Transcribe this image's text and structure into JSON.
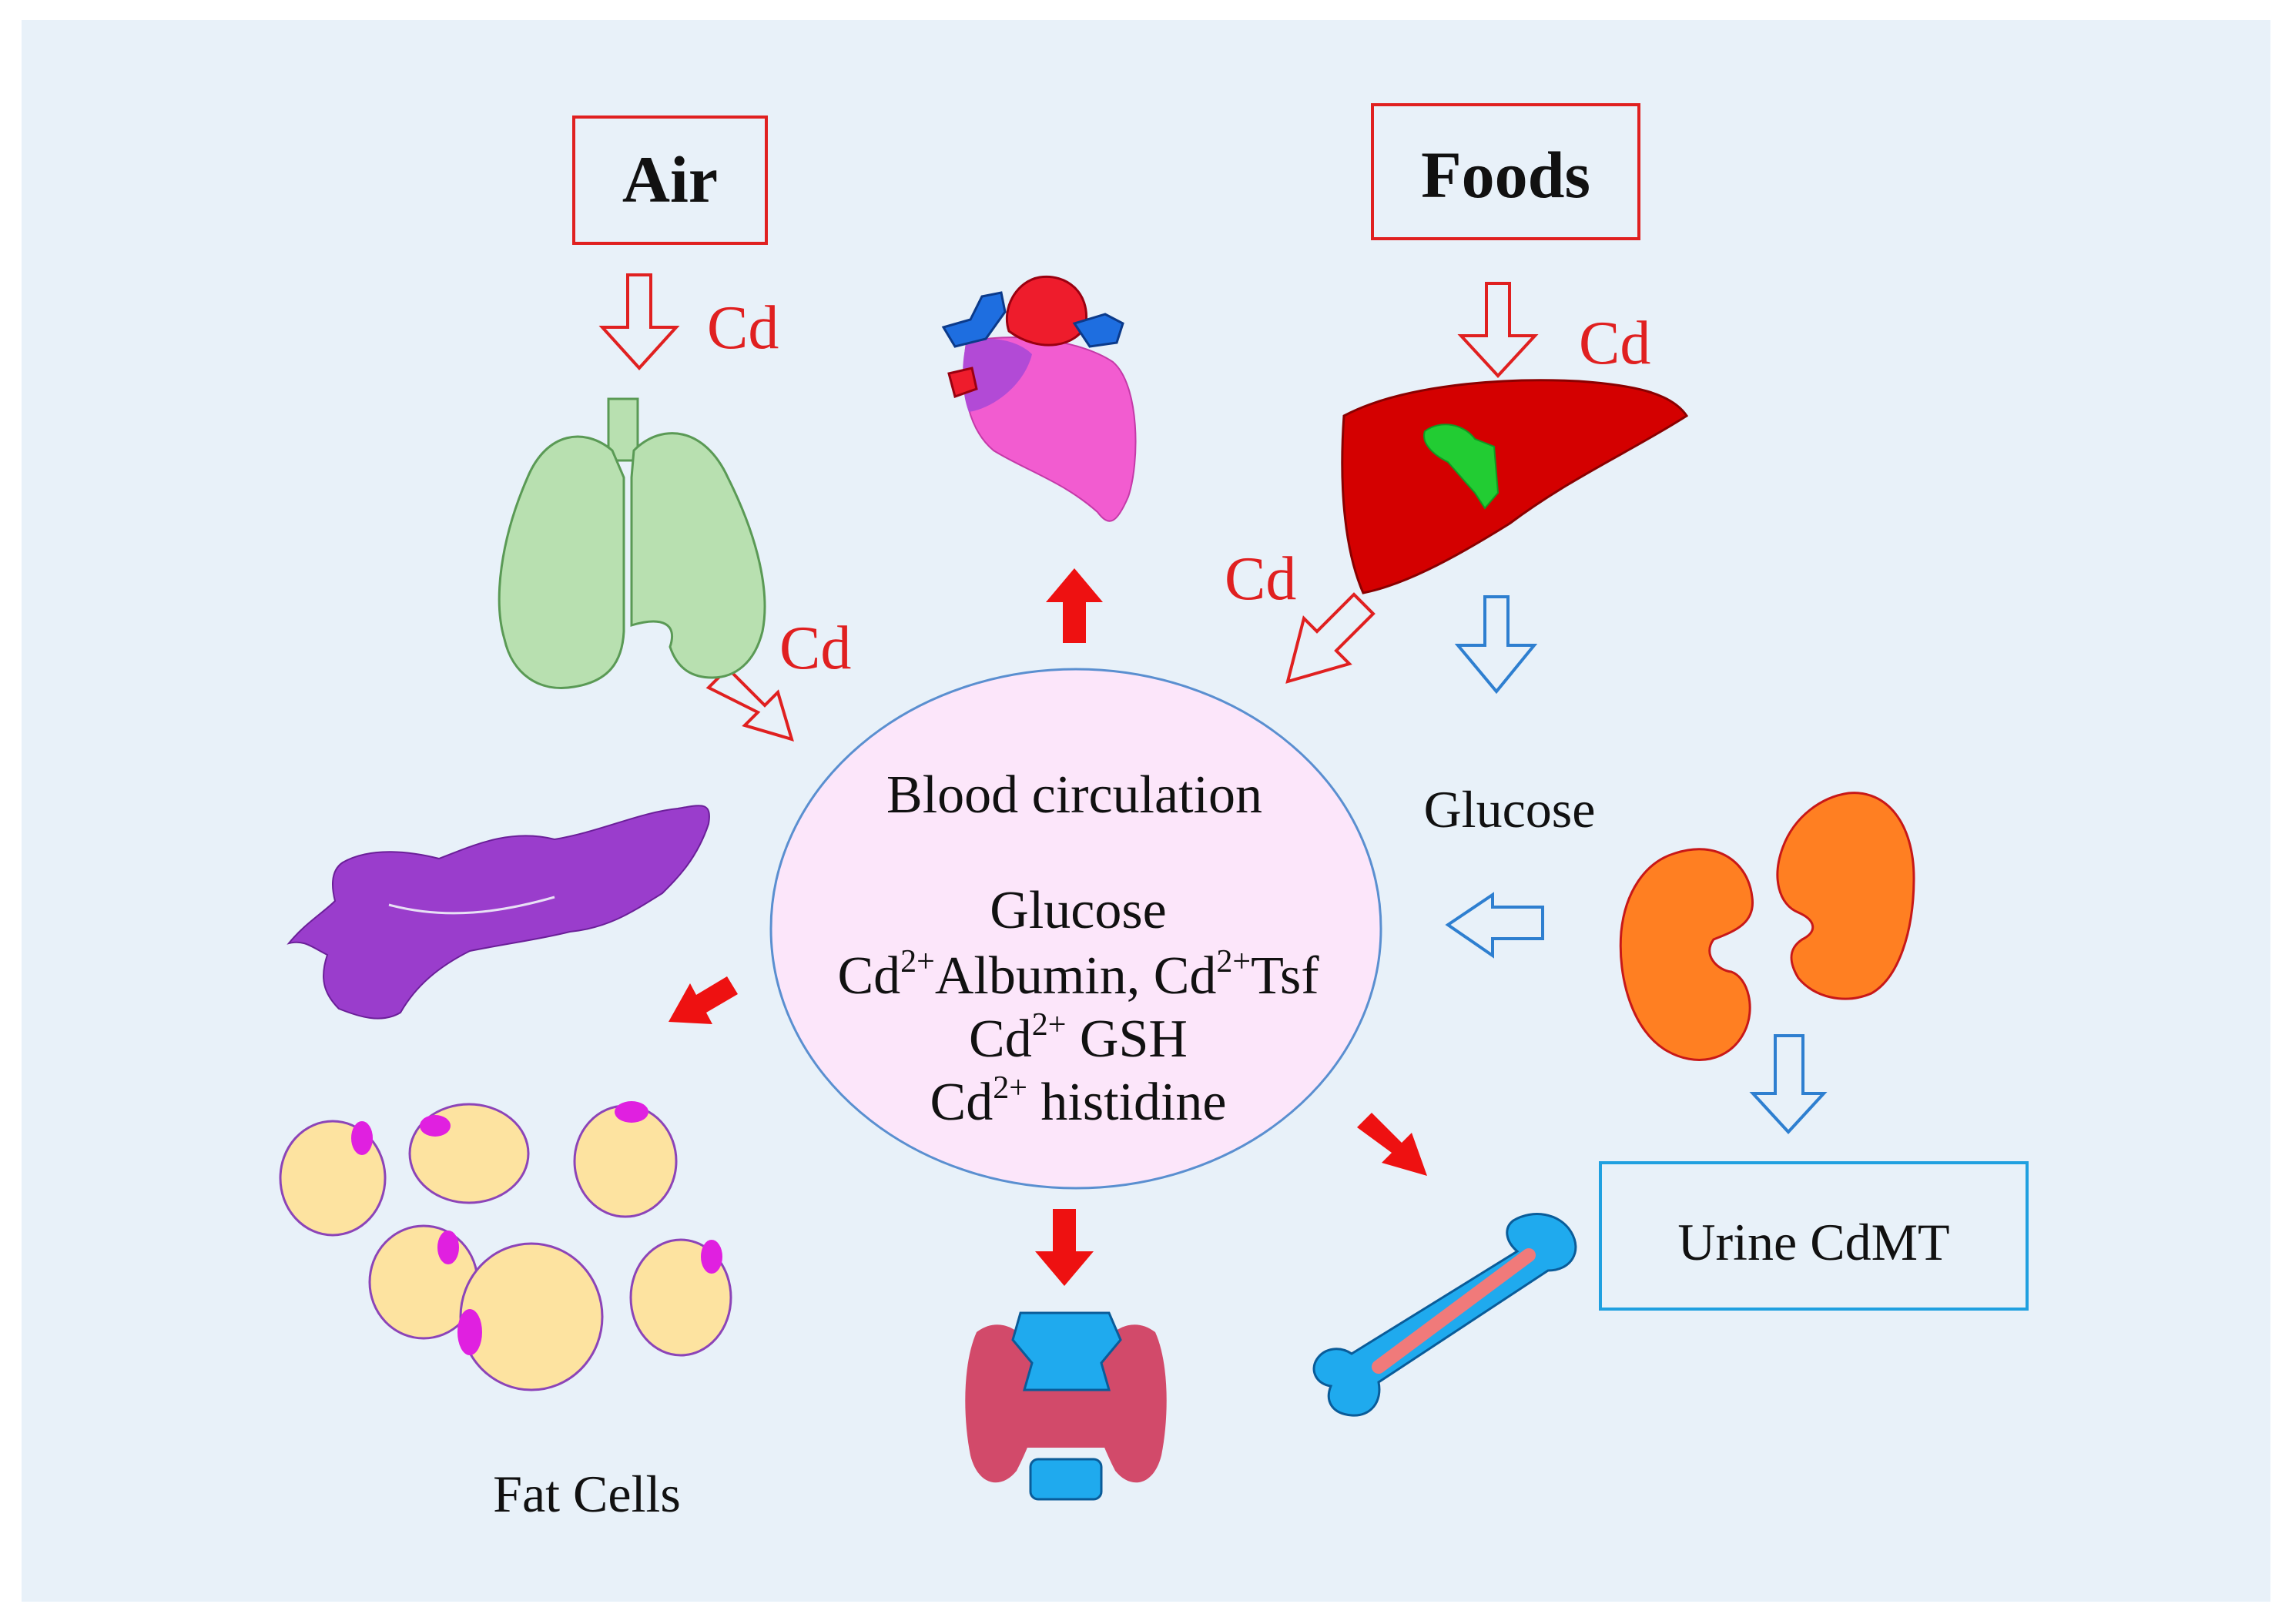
{
  "colors": {
    "panel_bg": "#e8f1f9",
    "source_box_border": "#e02020",
    "cd_text": "#e02020",
    "thick_arrow": "#ee1111",
    "glucose_arrow": "#2e7fd0",
    "urine_box_border": "#1fa0e0",
    "ellipse_fill": "#fce6fa",
    "ellipse_border": "#5a8fd0",
    "lung": "#b8e0b0",
    "liver": "#d40000",
    "gallbladder": "#22cc33",
    "kidney": "#ff7f22",
    "pancreas": "#9a3dcc",
    "heart": "#f25cd0",
    "thyroid": "#d24a6a",
    "bone": "#1faaee",
    "fat_cell": "#fde3a0",
    "fat_nucleus": "#e020e0"
  },
  "sources": {
    "air": "Air",
    "foods": "Foods"
  },
  "cd_labels": {
    "air_to_lung": "Cd",
    "lung_to_blood": "Cd",
    "foods_to_liver": "Cd",
    "liver_to_blood": "Cd"
  },
  "center": {
    "title": "Blood circulation",
    "line1": "Glucose",
    "line2_a": "Cd",
    "line2_a_sup": "2+",
    "line2_b": "Albumin, Cd",
    "line2_b_sup": "2+",
    "line2_c": "Tsf",
    "line3_a": "Cd",
    "line3_a_sup": "2+",
    "line3_b": " GSH",
    "line4_a": "Cd",
    "line4_a_sup": "2+",
    "line4_b": " histidine"
  },
  "labels": {
    "glucose": "Glucose",
    "urine": "Urine CdMT",
    "fat_cells": "Fat Cells"
  },
  "organs": [
    "lung-icon",
    "heart-icon",
    "liver-icon",
    "kidney-icon",
    "pancreas-icon",
    "thyroid-icon",
    "bone-icon",
    "fat-cells-icon"
  ]
}
